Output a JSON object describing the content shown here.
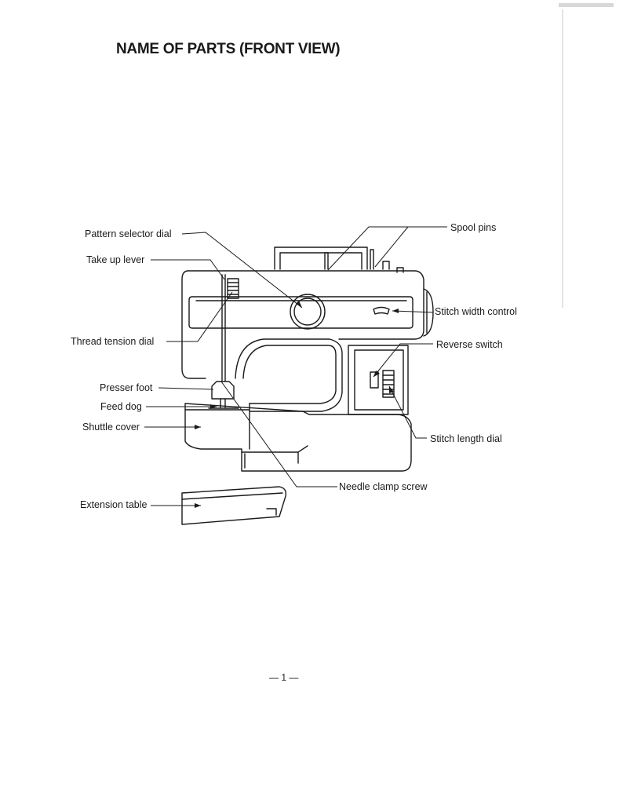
{
  "document": {
    "title": "NAME OF PARTS (FRONT VIEW)",
    "page_number": "— 1 —"
  },
  "labels": {
    "pattern_selector_dial": "Pattern selector dial",
    "take_up_lever": "Take up lever",
    "thread_tension_dial": "Thread tension dial",
    "presser_foot": "Presser foot",
    "feed_dog": "Feed dog",
    "shuttle_cover": "Shuttle cover",
    "extension_table": "Extension table",
    "spool_pins": "Spool pins",
    "stitch_width_control": "Stitch width control",
    "reverse_switch": "Reverse switch",
    "stitch_length_dial": "Stitch length dial",
    "needle_clamp_screw": "Needle clamp screw"
  }
}
